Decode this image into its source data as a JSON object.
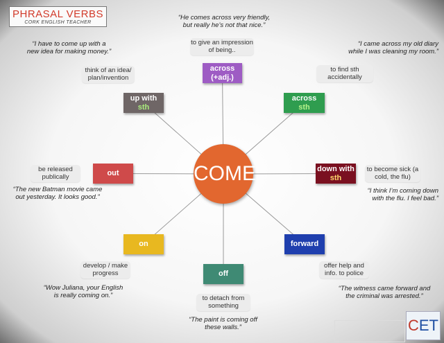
{
  "header": {
    "title": "PHRASAL VERBS",
    "subtitle": "CORK ENGLISH TEACHER"
  },
  "center": {
    "label": "COME",
    "color": "#e2672f"
  },
  "verbs": {
    "across_adj": {
      "line1": "across",
      "line2": "(+adj.)",
      "color": "#9e5cc4",
      "line2_color": "#ffffff",
      "meaning": "to give an impression of being..",
      "example": "“He comes across very friendly,\nbut really he’s not that nice.”"
    },
    "across_sth": {
      "line1": "across",
      "line2": "sth",
      "color": "#2f9d4f",
      "line2_color": "#b6f28a",
      "meaning": "to find sth accidentally",
      "example": "“I came across my old diary\nwhile I was cleaning my room.”"
    },
    "down_with": {
      "line1": "down with",
      "line2": "sth",
      "color": "#7a1020",
      "line2_color": "#ffd66b",
      "meaning": "to become sick (a cold, the flu)",
      "example": "“I think I’m coming down\nwith the flu. I feel bad.”"
    },
    "forward": {
      "line1": "forward",
      "color": "#1f3fae",
      "meaning": "offer help and info. to police",
      "example": "“The witness came forward and\nthe criminal was arrested.”"
    },
    "off": {
      "line1": "off",
      "color": "#3f8a74",
      "meaning": "to detach from something",
      "example": "“The paint is coming off\nthese walls.”"
    },
    "on": {
      "line1": "on",
      "color": "#e8b820",
      "meaning": "develop / make progress",
      "example": "“Wow Juliana, your English\nis really coming on.”"
    },
    "out": {
      "line1": "out",
      "color": "#cf4a4a",
      "meaning": "be released publically",
      "example": "“The new Batman movie came\nout yesterday. It looks good.”"
    },
    "up_with": {
      "line1": "up with",
      "line2": "sth",
      "color": "#6f6666",
      "line2_color": "#a9ec7c",
      "meaning": "think of an idea/ plan/invention",
      "example": "“I have to come up with a\nnew idea for making money.”"
    }
  },
  "logo": {
    "part1": "C",
    "part2": "ET"
  }
}
